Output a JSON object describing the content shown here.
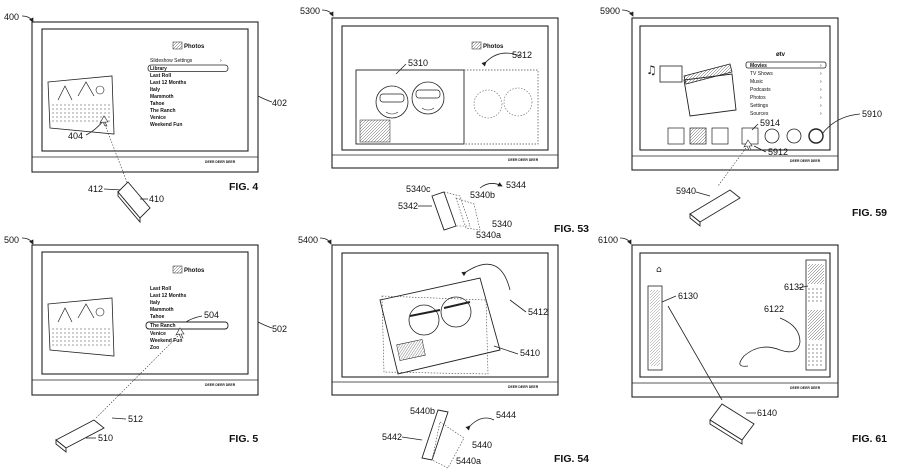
{
  "figures": {
    "fig4": {
      "ref": "400",
      "caption": "FIG. 4",
      "tv_ref": "402",
      "remote_ref": "410",
      "pointer_ref": "412",
      "image_ref": "404",
      "app_title": "Photos",
      "menu": [
        "Slideshow Settings",
        "Library",
        "Last Roll",
        "Last 12 Months",
        "Italy",
        "Mammoth",
        "Tahoe",
        "The Ranch",
        "Venice",
        "Weekend Fun"
      ],
      "selected": "Library"
    },
    "fig5": {
      "ref": "500",
      "caption": "FIG. 5",
      "tv_ref": "502",
      "remote_ref": "510",
      "pointer_ref": "512",
      "selection_ref": "504",
      "app_title": "Photos",
      "menu": [
        "Last Roll",
        "Last 12 Months",
        "Italy",
        "Mammoth",
        "Tahoe",
        "The Ranch",
        "Venice",
        "Weekend Fun",
        "Zoo"
      ],
      "selected": "The Ranch"
    },
    "fig53": {
      "ref": "5300",
      "caption": "FIG. 53",
      "photo_ref": "5310",
      "motion_ref": "5312",
      "app_title": "Photos",
      "remote_refs": [
        "5340c",
        "5340b",
        "5344",
        "5342",
        "5340",
        "5340a"
      ]
    },
    "fig54": {
      "ref": "5400",
      "caption": "FIG. 54",
      "rotation_ref": "5412",
      "photo_ref": "5410",
      "remote_refs": [
        "5440b",
        "5444",
        "5442",
        "5440",
        "5440a"
      ]
    },
    "fig59": {
      "ref": "5900",
      "caption": "FIG. 59",
      "remote_ref": "5940",
      "dock_ref": "5910",
      "icon_ref": "5914",
      "cursor_ref": "5912",
      "app_title": "øtv",
      "menu": [
        "Movies",
        "TV Shows",
        "Music",
        "Podcasts",
        "Photos",
        "Settings",
        "Sources"
      ],
      "selected": "Movies"
    },
    "fig61": {
      "ref": "6100",
      "caption": "FIG. 61",
      "panel_left_ref": "6130",
      "panel_right_ref": "6132",
      "gesture_ref": "6122",
      "remote_ref": "6140"
    }
  },
  "tv_brand": "DEER DEER DEER"
}
